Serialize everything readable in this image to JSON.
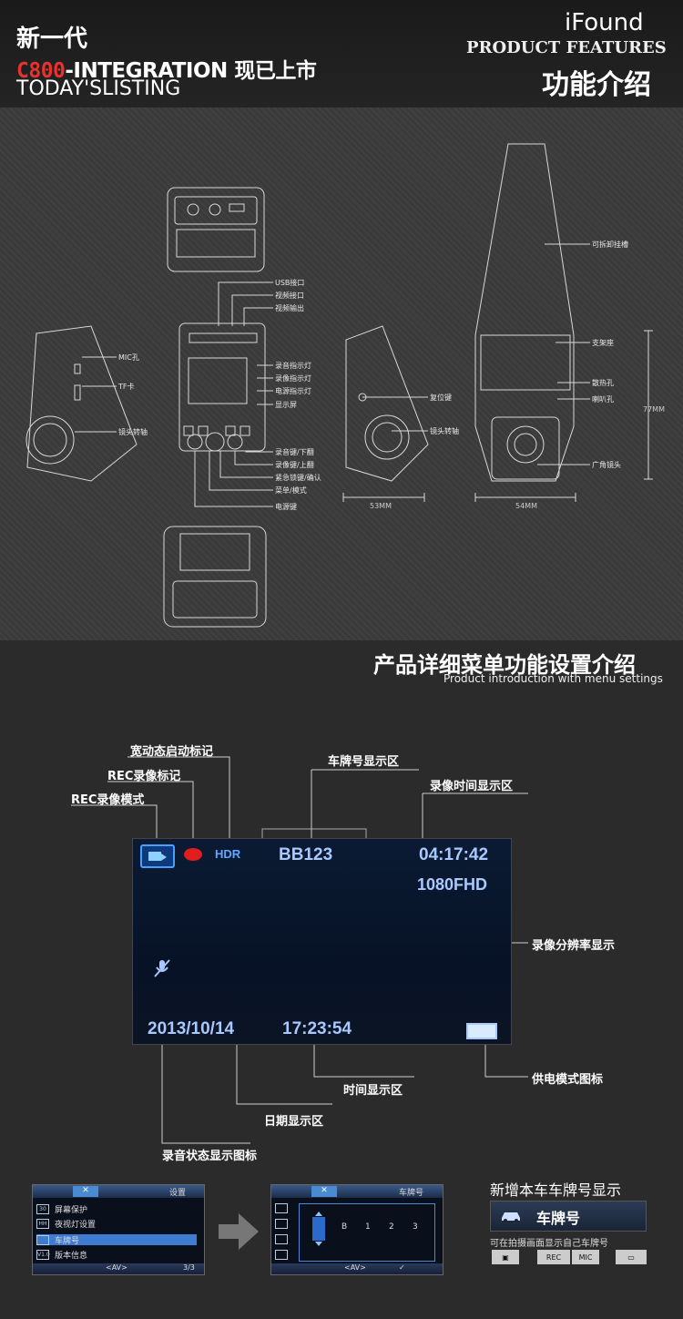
{
  "header": {
    "new_gen": "新一代",
    "model": "C800",
    "integration": "-INTEGRATION",
    "on_sale": "现已上市",
    "today": "TODAY'SLISTING",
    "brand": "iFound",
    "product_features": "PRODUCT FEATURES",
    "features_cn": "功能介绍"
  },
  "diagram": {
    "labels": {
      "usb": "USB接口",
      "av": "视频接口",
      "hdmi": "视频输出",
      "mic": "MIC孔",
      "tf": "TF卡",
      "lens_rotate_left": "镜头转轴",
      "rec_led": "录音指示灯",
      "rec_led2": "录像指示灯",
      "power_led": "电源指示灯",
      "display": "显示屏",
      "rec_down": "录音键/下翻",
      "rec_up": "录像键/上翻",
      "emergency": "紧急锁键/确认",
      "menu_mode": "菜单/模式",
      "power_key": "电源键",
      "reset": "复位键",
      "lens_rotate_right": "镜头转轴",
      "detachable": "可拆卸挂槽",
      "bracket": "支架座",
      "heat": "散热孔",
      "speaker": "喇叭孔",
      "wide_lens": "广角镜头"
    },
    "dims": {
      "width_side": "53MM",
      "width_front": "54MM",
      "height": "77MM"
    }
  },
  "menu": {
    "title": "产品详细菜单功能设置介绍",
    "subtitle": "Product introduction with menu settings",
    "callouts": {
      "hdr_mark": "宽动态启动标记",
      "rec_mark": "REC录像标记",
      "rec_mode": "REC录像模式",
      "plate_area": "车牌号显示区",
      "rec_time_area": "录像时间显示区",
      "resolution": "录像分辨率显示",
      "power_mode": "供电模式图标",
      "time_area": "时间显示区",
      "date_area": "日期显示区",
      "audio_icon": "录音状态显示图标"
    },
    "screen": {
      "hdr": "HDR",
      "plate": "BB123",
      "rec_time": "04:17:42",
      "resolution": "1080FHD",
      "date": "2013/10/14",
      "time": "17:23:54"
    }
  },
  "bottom": {
    "left_thumb": {
      "header": "设置",
      "items": [
        "屏幕保护",
        "夜视灯设置",
        "车牌号",
        "版本信息"
      ],
      "icon_codes": [
        "30",
        "HH",
        "",
        "V1.0"
      ],
      "page": "3/3",
      "nav": "<AV>"
    },
    "right_thumb": {
      "header": "车牌号",
      "digits": [
        "B",
        "1",
        "2",
        "3"
      ],
      "nav": "<AV>"
    },
    "plate_feature": {
      "title": "新增本车车牌号显示",
      "plate_label": "车牌号",
      "desc": "可在拍摄画面显示自己车牌号",
      "tags": [
        "REC",
        "MIC"
      ]
    }
  }
}
